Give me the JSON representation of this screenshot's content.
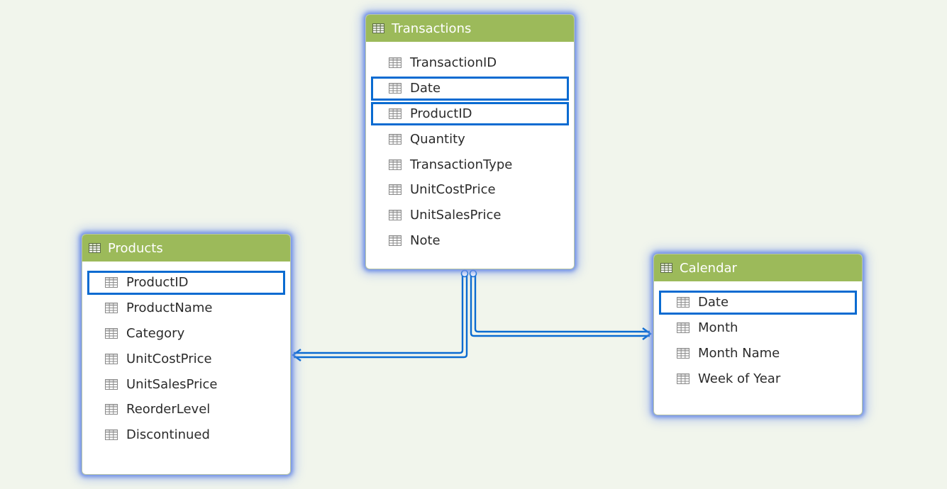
{
  "tables": {
    "transactions": {
      "name": "Transactions",
      "fields": [
        "TransactionID",
        "Date",
        "ProductID",
        "Quantity",
        "TransactionType",
        "UnitCostPrice",
        "UnitSalesPrice",
        "Note"
      ],
      "selected": [
        "Date",
        "ProductID"
      ]
    },
    "products": {
      "name": "Products",
      "fields": [
        "ProductID",
        "ProductName",
        "Category",
        "UnitCostPrice",
        "UnitSalesPrice",
        "ReorderLevel",
        "Discontinued"
      ],
      "selected": [
        "ProductID"
      ]
    },
    "calendar": {
      "name": "Calendar",
      "fields": [
        "Date",
        "Month",
        "Month Name",
        "Week of Year"
      ],
      "selected": [
        "Date"
      ]
    }
  },
  "relationships": [
    {
      "from_table": "Transactions",
      "from_field": "ProductID",
      "to_table": "Products",
      "to_field": "ProductID"
    },
    {
      "from_table": "Transactions",
      "from_field": "Date",
      "to_table": "Calendar",
      "to_field": "Date"
    }
  ],
  "colors": {
    "header": "#9cba5a",
    "selection_border": "#0a6bd1",
    "relationship_line": "#0a6bd1",
    "canvas": "#f1f5ec"
  },
  "icons": {
    "table_header": "table-grid-icon",
    "field": "column-grid-icon"
  }
}
